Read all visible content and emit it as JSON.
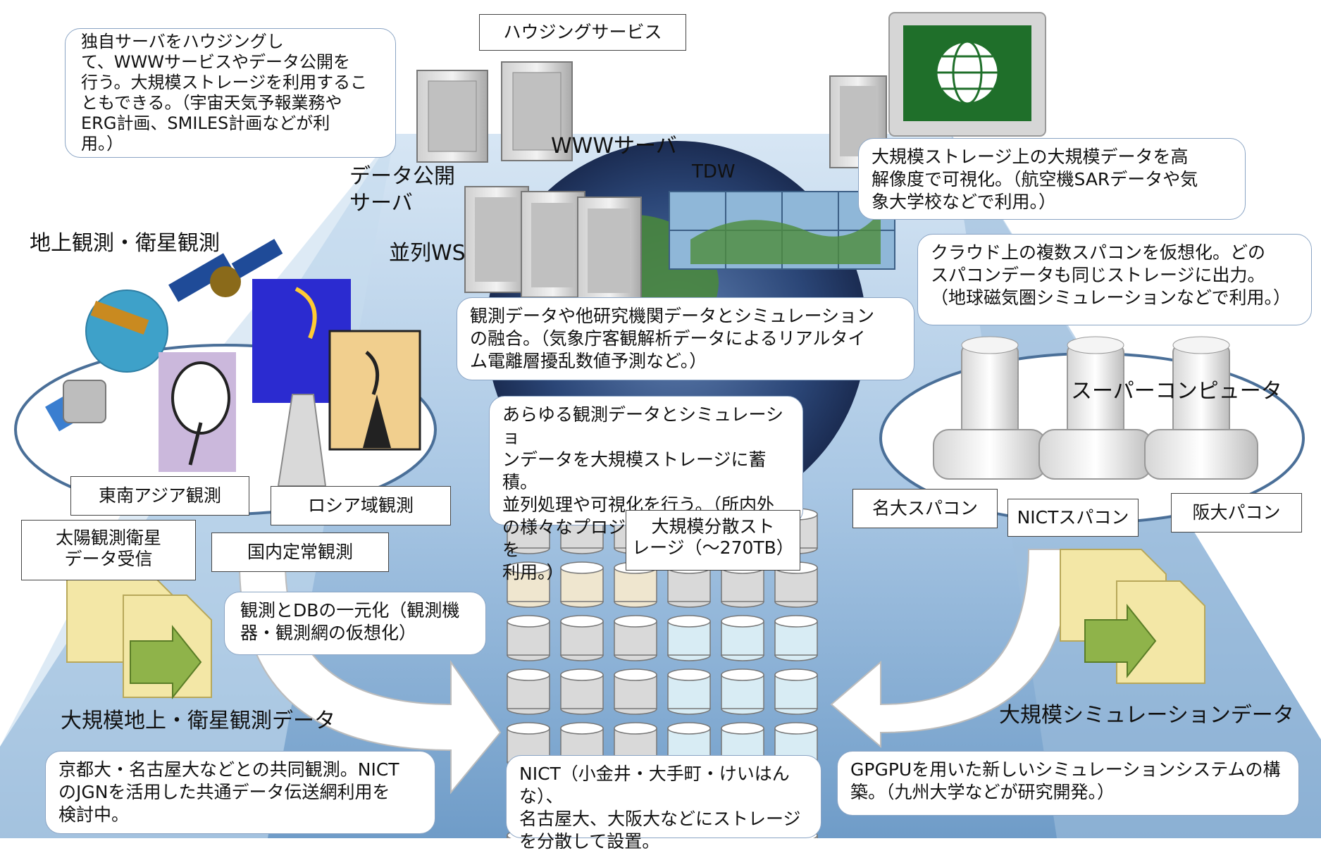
{
  "housing_service": {
    "label": "ハウジングサービス",
    "description": "独自サーバをハウジングし\nて、WWWサービスやデータ公開を\n行う。大規模ストレージを利用するこ\nともできる。（宇宙天気予報業務や\nERG計画、SMILES計画などが利\n用。）"
  },
  "servers": {
    "www": "WWWサーバ",
    "data_publication": "データ公開\nサーバ",
    "parallel_ws": "並列WS",
    "tdw": "TDW"
  },
  "visualization": {
    "description": "大規模ストレージ上の大規模データを高\n解像度で可視化。（航空機SARデータや気\n象大学校などで利用。）"
  },
  "cloud": {
    "description": "クラウド上の複数スパコンを仮想化。どの\nスパコンデータも同じストレージに出力。\n（地球磁気圏シミュレーションなどで利用。）"
  },
  "ground_satellite": {
    "title": "地上観測・衛星観測",
    "sites": {
      "southeast_asia": "東南アジア観測",
      "russia": "ロシア域観測",
      "solar_satellite": "太陽観測衛星\nデータ受信",
      "domestic": "国内定常観測"
    }
  },
  "fusion": {
    "description": "観測データや他研究機関データとシミュレーション\nの融合。（気象庁客観解析データによるリアルタイ\nム電離層擾乱数値予測など。）"
  },
  "storage": {
    "description": "あらゆる観測データとシミュレーショ\nンデータを大規模ストレージに蓄積。\n並列処理や可視化を行う。（所内外\nの様々なプロジェクトでストレージを\n利用。）",
    "label": "大規模分散スト\nレージ（～270TB）",
    "locations": "NICT（小金井・大手町・けいはんな）、\n名古屋大、大阪大などにストレージ\nを分散して設置。"
  },
  "supercomputers": {
    "title": "スーパーコンピュータ",
    "nagoya": "名大スパコン",
    "nict": "NICTスパコン",
    "osaka": "阪大パコン"
  },
  "unification": {
    "description": "観測とDBの一元化（観測機\n器・観測網の仮想化）"
  },
  "observation_data": {
    "title": "大規模地上・衛星観測データ",
    "description": "京都大・名古屋大などとの共同観測。NICT\nのJGNを活用した共通データ伝送網利用を\n検討中。"
  },
  "simulation_data": {
    "title": "大規模シミュレーションデータ",
    "description": "GPGPUを用いた新しいシミュレーションシステムの構\n築。（九州大学などが研究開発。）"
  },
  "colors": {
    "plane": "#b9d3ea",
    "plane_dark": "#6d99c4",
    "box_border": "#8aa4c4",
    "cylinder_gray": "#d9d9d9",
    "cylinder_blue": "#d8ecf4",
    "cylinder_tan": "#efe6cf",
    "document": "#f3e7a6",
    "arrow_green": "#8fb34a"
  }
}
